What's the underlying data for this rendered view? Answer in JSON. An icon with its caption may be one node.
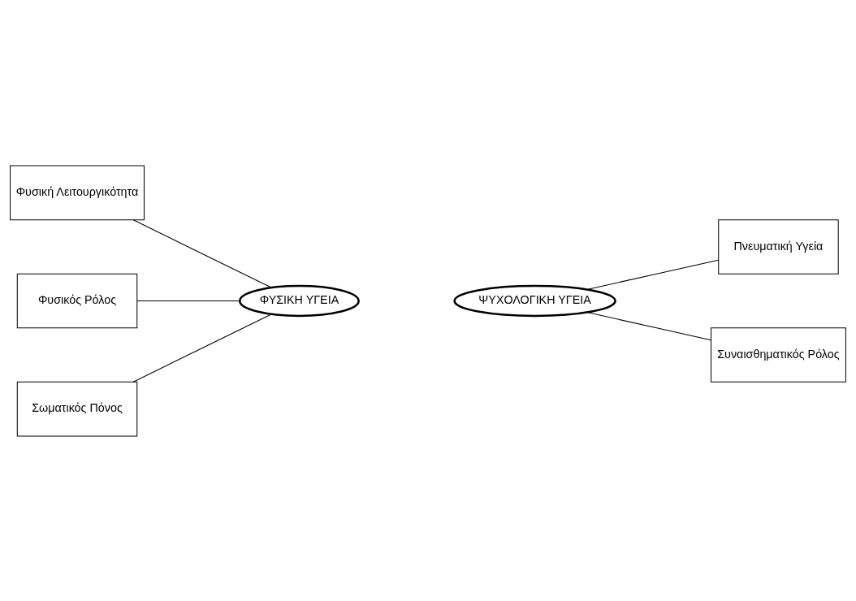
{
  "diagram": {
    "nodes": [
      {
        "text": [
          "Φυσική Λειτουργικότητα"
        ]
      },
      {
        "text": [
          "Φυσικός Ρόλος"
        ]
      },
      {
        "text": [
          "Σωματικός Πόνος"
        ]
      },
      {
        "text": [
          "ΦΥΣΙΚΗ ΥΓΕΙΑ"
        ]
      },
      {
        "text": [
          "ΨΥΧΟΛΟΓΙΚΗ ΥΓΕΙΑ"
        ]
      },
      {
        "text": [
          "Πνευματική Υγεία"
        ]
      },
      {
        "text": [
          "Συναισθηματικός Ρόλος"
        ]
      }
    ],
    "edges": [
      {
        "from": 0,
        "to": 3,
        "arrow": "none"
      },
      {
        "from": 1,
        "to": 3,
        "arrow": "none"
      },
      {
        "from": 2,
        "to": 3,
        "arrow": "none"
      },
      {
        "from": 4,
        "to": 5,
        "arrow": "none"
      },
      {
        "from": 4,
        "to": 6,
        "arrow": "none"
      }
    ]
  }
}
